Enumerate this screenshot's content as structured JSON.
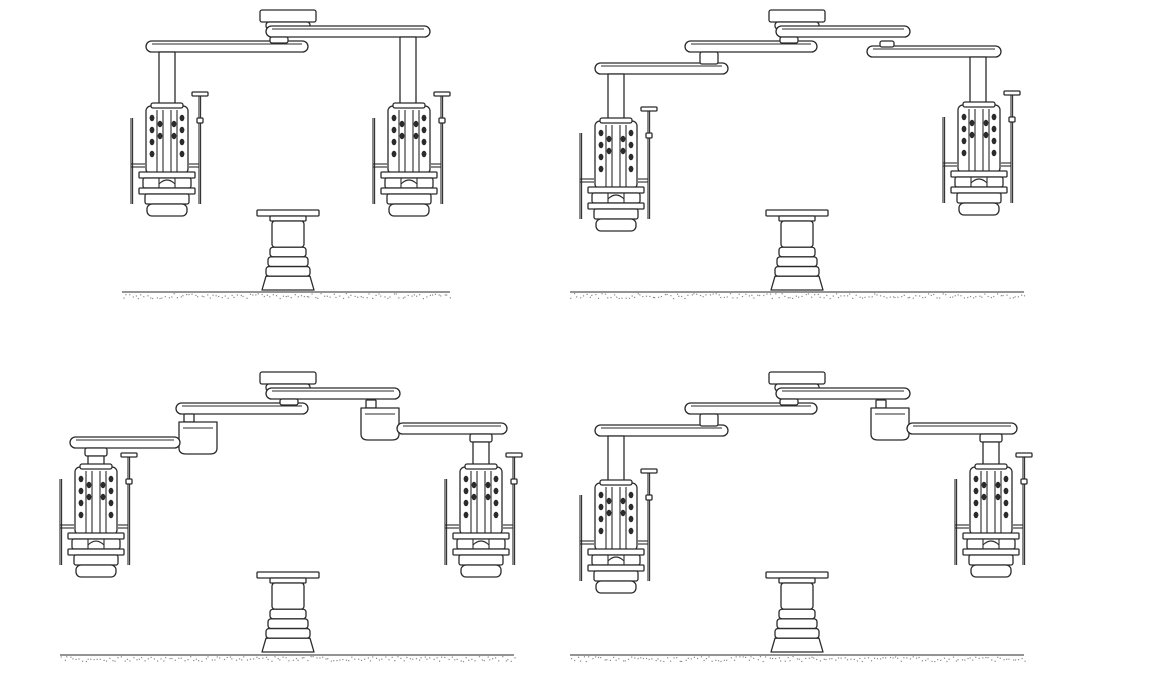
{
  "figure": {
    "panels": [
      {
        "id": "panel-1",
        "arm_style": "two-single-arm-pendants",
        "pendants": 2
      },
      {
        "id": "panel-2",
        "arm_style": "double-arm-plus-single-arm",
        "pendants": 2
      },
      {
        "id": "panel-3",
        "arm_style": "two-arms-with-motor-heads",
        "pendants": 2
      },
      {
        "id": "panel-4",
        "arm_style": "double-arm-plus-motor-head-arm",
        "pendants": 2
      }
    ],
    "colors": {
      "line": "#2b2b2b",
      "background": "#ffffff",
      "floor_speckle": "#8a8a8a"
    },
    "icons": [
      "ceiling-mount-icon",
      "pendant-tower-icon",
      "iv-pole-icon",
      "operating-table-icon",
      "floor-icon"
    ]
  }
}
